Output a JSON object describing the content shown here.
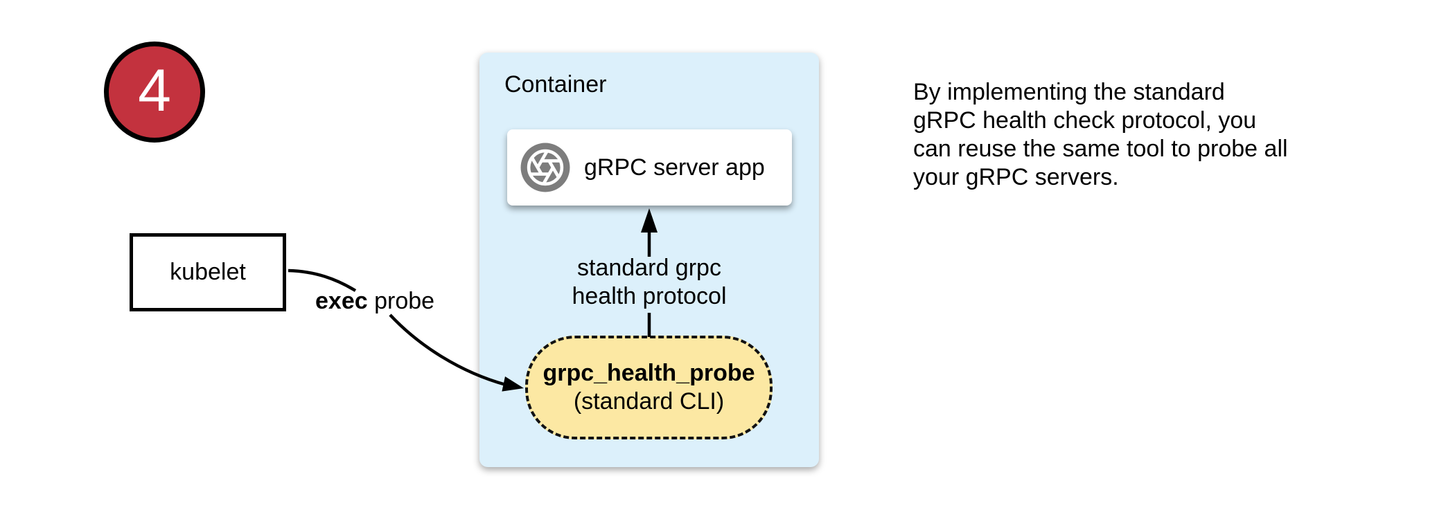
{
  "step_badge": {
    "number": "4",
    "fill": "#C3323E",
    "border": "#000000"
  },
  "kubelet_box": {
    "label": "kubelet"
  },
  "exec_probe_label": {
    "bold": "exec",
    "rest": " probe"
  },
  "container": {
    "title": "Container",
    "fill": "#DCF0FB",
    "server_box": {
      "label": "gRPC server app",
      "icon": "aperture-icon",
      "icon_color": "#7D7D7D"
    },
    "protocol_label": "standard grpc\nhealth protocol",
    "probe_pill": {
      "title": "grpc_health_probe",
      "subtitle": "(standard CLI)",
      "fill": "#FCE8A3"
    }
  },
  "annotation": {
    "text": "By implementing the standard\ngRPC health check protocol, you\ncan reuse the same tool to probe all\nyour gRPC servers."
  }
}
